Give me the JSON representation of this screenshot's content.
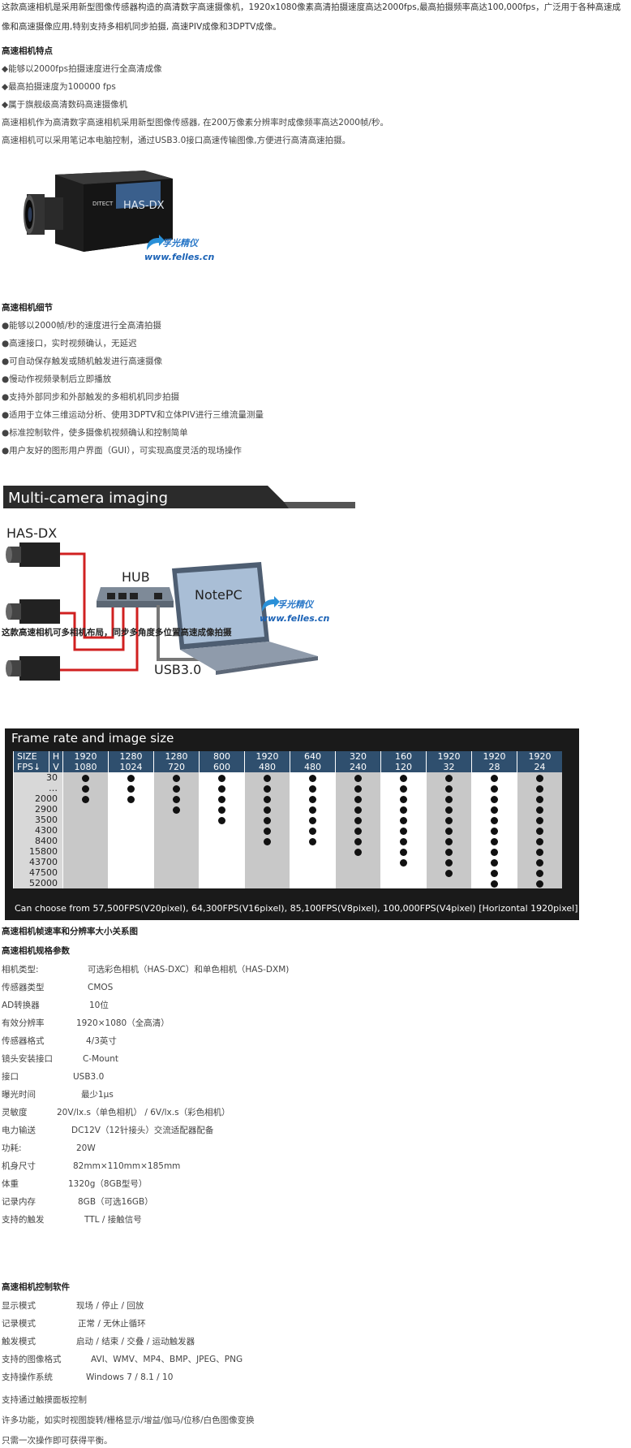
{
  "intro": "这款高速相机是采用新型图像传感器构造的高清数字高速摄像机，1920x1080像素高清拍摄速度高达2000fps,最高拍摄频率高达100,000fps，广泛用于各种高速成像和高速摄像应用,特别支持多相机同步拍摄, 高速PIV成像和3DPTV成像。",
  "features_title": "高速相机特点",
  "features": [
    "◆能够以2000fps拍摄速度进行全高清成像",
    "◆最高拍摄速度为100000 fps",
    "◆属于旗舰级高清数码高速摄像机"
  ],
  "para1": "高速相机作为高清数字高速相机采用新型图像传感器, 在200万像素分辨率时成像频率高达2000帧/秒。",
  "para2": "高速相机可以采用笔记本电脑控制，通过USB3.0接口高速传输图像,方便进行高清高速拍摄。",
  "camera_label": "HAS-DX",
  "camera_brand": "DITECT",
  "logo": {
    "name": "孚光精仪",
    "url": "www.felles.cn"
  },
  "details_title": "高速相机细节",
  "details": [
    "●能够以2000帧/秒的速度进行全高清拍摄",
    "●高速接口，实时视频确认，无延迟",
    "●可自动保存触发或随机触发进行高速摄像",
    "●慢动作视频录制后立即播放",
    "●支持外部同步和外部触发的多相机机同步拍摄",
    "●适用于立体三维运动分析、使用3DPTV和立体PIV进行三维流量测量",
    "●标准控制软件，使多摄像机视频确认和控制简单",
    "●用户友好的图形用户界面（GUI），可实现高度灵活的现场操作"
  ],
  "multi_banner": "Multi-camera imaging",
  "diagram": {
    "cam": "HAS-DX",
    "hub": "HUB",
    "pc": "NotePC",
    "usb": "USB3.0"
  },
  "multi_caption": "这款高速相机可多相机布局，同步多角度多位置高速成像拍摄",
  "fr": {
    "title": "Frame rate and image size",
    "size_label": "SIZE",
    "h_label": "H",
    "fps_label": "FPS↓",
    "v_label": "V",
    "h": [
      "1920",
      "1280",
      "1280",
      "800",
      "1920",
      "640",
      "320",
      "160",
      "1920",
      "1920",
      "1920"
    ],
    "v": [
      "1080",
      "1024",
      "720",
      "600",
      "480",
      "480",
      "240",
      "120",
      "32",
      "28",
      "24"
    ],
    "fps": [
      "30",
      "…",
      "2000",
      "2900",
      "3500",
      "4300",
      "8400",
      "15800",
      "43700",
      "47500",
      "52000"
    ],
    "dots_start": [
      0,
      0,
      0,
      2,
      3,
      4,
      4,
      6,
      7,
      8,
      9,
      10
    ],
    "note": "Can choose from 57,500FPS(V20pixel), 64,300FPS(V16pixel), 85,100FPS(V8pixel), 100,000FPS(V4pixel) [Horizontal 1920pixel]"
  },
  "fr_caption": "高速相机帧速率和分辨率大小关系图",
  "spec_title": "高速相机规格参数",
  "specs": [
    {
      "k": "相机类型:",
      "v": "可选彩色相机（HAS-DXC）和单色相机（HAS-DXM)"
    },
    {
      "k": "传感器类型",
      "v": "CMOS"
    },
    {
      "k": "AD转换器",
      "v": "10位"
    },
    {
      "k": "有效分辨率",
      "v": "1920×1080（全高清）"
    },
    {
      "k": "传感器格式",
      "v": "4/3英寸"
    },
    {
      "k": "镜头安装接口",
      "v": "C-Mount"
    },
    {
      "k": "接口",
      "v": "USB3.0"
    },
    {
      "k": "曝光时间",
      "v": "最少1μs"
    },
    {
      "k": "灵敏度",
      "v": "20V/lx.s（单色相机） / 6V/lx.s（彩色相机）"
    },
    {
      "k": "电力输送",
      "v": "DC12V（12针接头）交流适配器配备"
    },
    {
      "k": "功耗:",
      "v": "20W"
    },
    {
      "k": "机身尺寸",
      "v": "82mm×110mm×185mm"
    },
    {
      "k": "体重",
      "v": "1320g（8GB型号）"
    },
    {
      "k": "记录内存",
      "v": "8GB（可选16GB）"
    },
    {
      "k": "支持的触发",
      "v": "TTL / 接触信号"
    }
  ],
  "soft_title": "高速相机控制软件",
  "soft": [
    {
      "k": "显示模式",
      "v": "现场 / 停止 / 回放"
    },
    {
      "k": "记录模式",
      "v": "正常 / 无休止循环"
    },
    {
      "k": "触发模式",
      "v": "启动 / 结束 / 交叠 / 运动触发器"
    },
    {
      "k": "支持的图像格式",
      "v": "AVI、WMV、MP4、BMP、JPEG、PNG"
    },
    {
      "k": "支持操作系统",
      "v": "Windows 7 / 8.1 / 10"
    }
  ],
  "tail": [
    "支持通过触摸面板控制",
    "许多功能，如实时视图旋转/栅格显示/增益/伽马/位移/白色图像变换",
    "只需一次操作即可获得平衡。"
  ],
  "colors": {
    "accent": "#2a78c8",
    "table_header": "#2f4f6e"
  }
}
